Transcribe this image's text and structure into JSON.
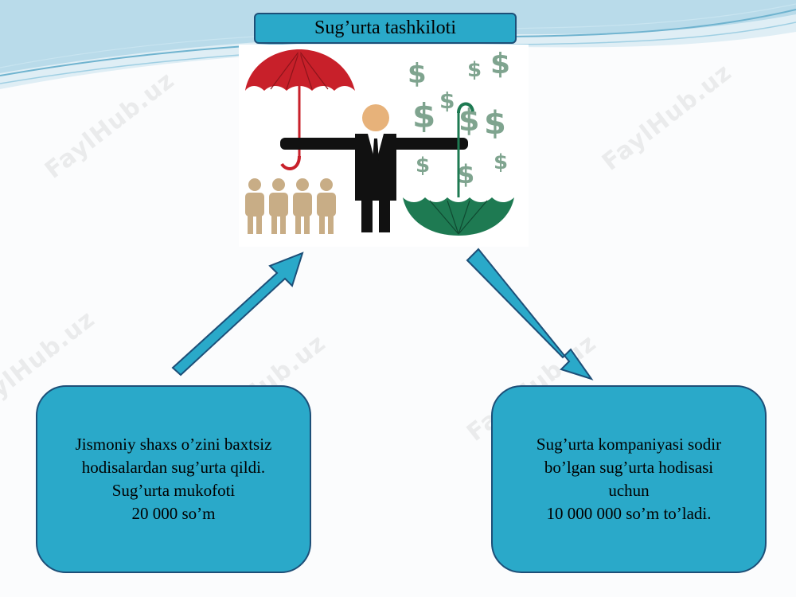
{
  "title": "Sug’urta tashkiloti",
  "watermark_text": "FaylHub.uz",
  "left_box": {
    "lines": [
      "Jismoniy shaxs o’zini baxtsiz",
      "hodisalardan sug’urta qildi.",
      "Sug’urta mukofoti",
      "20 000 so’m"
    ]
  },
  "right_box": {
    "lines": [
      "Sug’urta kompaniyasi sodir",
      "bo’lgan sug’urta hodisasi",
      "uchun",
      "10 000 000 so’m to’ladi."
    ]
  },
  "picture": {
    "dollar_sign": "$"
  },
  "colors": {
    "box_fill": "#2aa9c9",
    "box_border": "#1d4f78",
    "umbrella_red": "#c8202a",
    "umbrella_green": "#1e7a52",
    "people_tan": "#c8ad86",
    "dollar_green": "#7fa48f"
  }
}
